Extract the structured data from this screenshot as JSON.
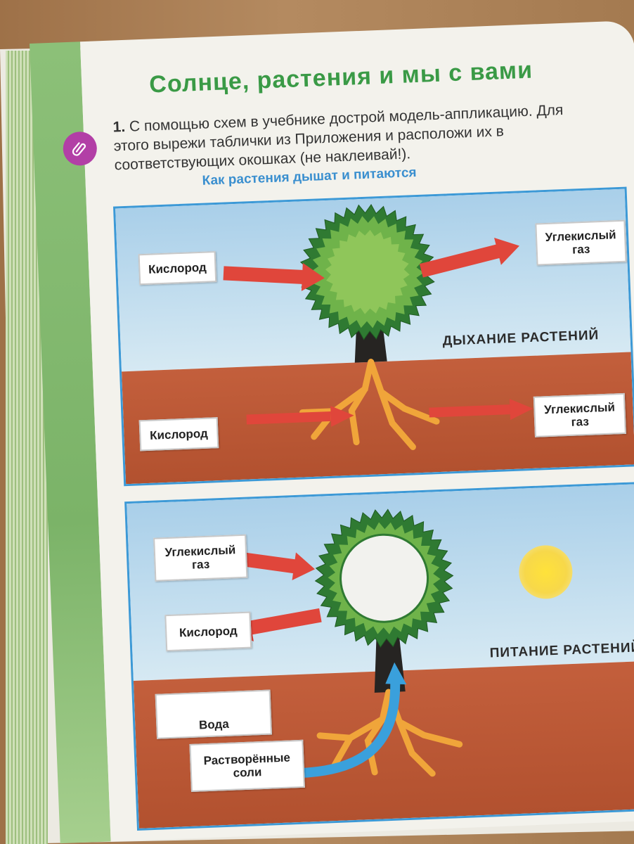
{
  "title": "Солнце, растения и мы с вами",
  "task": {
    "number": "1.",
    "text": "С помощью схем в учебнике дострой модель-аппликацию. Для этого вырежи таблички из Приложения и расположи их в соответствующих окошках (не наклеивай!)."
  },
  "icon": "paperclip-icon",
  "subtitle": "Как растения дышат и питаются",
  "diagram1": {
    "caption": "ДЫХАНИЕ РАСТЕНИЙ",
    "sky_in": "Кислород",
    "sky_out": "Углекислый газ",
    "soil_in": "Кислород",
    "soil_out": "Углекислый газ"
  },
  "diagram2": {
    "caption": "ПИТАНИЕ РАСТЕНИЙ",
    "sky_in": "Углекислый газ",
    "sky_out": "Кислород",
    "water": "Вода",
    "salts": "Растворённые соли"
  },
  "colors": {
    "title_green": "#3a9a46",
    "subtitle_blue": "#3a8fcf",
    "arrow_red": "#e0463b",
    "arrow_blue": "#3aa0dc",
    "tree_green": "#5aa53d",
    "roots_orange": "#f0a53a",
    "soil": "#c35f3c",
    "sky": "#a9cfe9"
  }
}
